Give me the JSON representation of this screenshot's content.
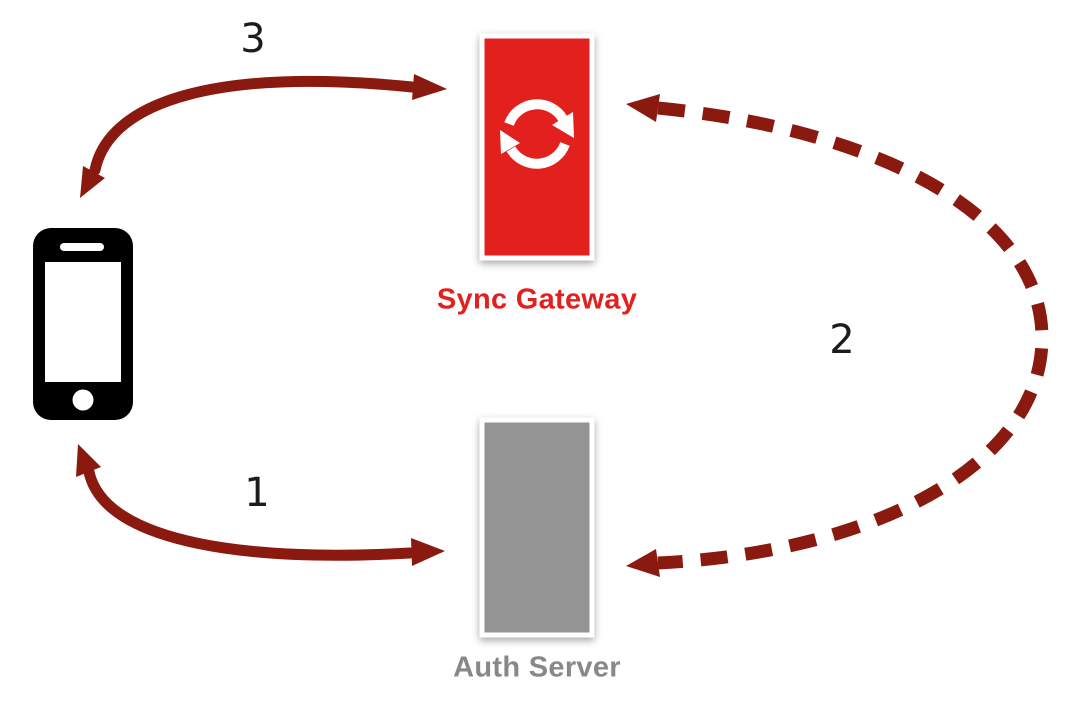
{
  "diagram": {
    "nodes": {
      "mobile_device": {
        "icon": "smartphone-icon",
        "color": "#000000"
      },
      "sync_gateway": {
        "label": "Sync Gateway",
        "fill": "#e2211f",
        "label_color": "#e2211f",
        "icon": "sync-icon",
        "icon_color": "#ffffff"
      },
      "auth_server": {
        "label": "Auth Server",
        "fill": "#949494",
        "label_color": "#87888a"
      }
    },
    "steps": [
      {
        "label": "1",
        "style": "solid",
        "between": "mobile-device and auth-server",
        "direction": "bidirectional"
      },
      {
        "label": "2",
        "style": "dashed",
        "between": "auth-server and sync-gateway",
        "direction": "bidirectional"
      },
      {
        "label": "3",
        "style": "solid",
        "between": "mobile-device and sync-gateway",
        "direction": "bidirectional"
      }
    ],
    "colors": {
      "arrow": "#8a1a10",
      "phone": "#000000",
      "background": "#ffffff",
      "step_label": "#1c1c1c",
      "box_border": "#ffffff",
      "screen": "#ffffff"
    }
  }
}
